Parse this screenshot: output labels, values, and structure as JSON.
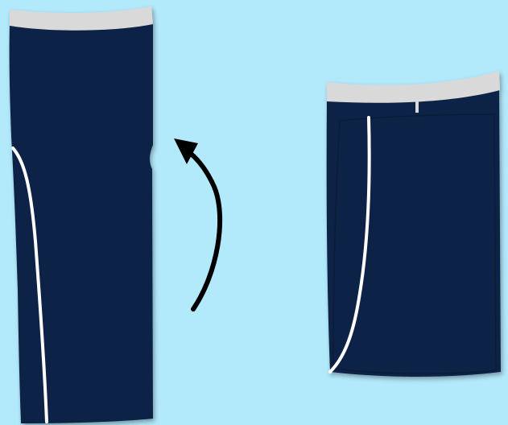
{
  "colors": {
    "background": "#b2e9fb",
    "fabric": "#102447",
    "fabric_shade": "#0b1a36",
    "waistband": "#d9d9d9",
    "stripe": "#ffffff",
    "arrow": "#000000"
  },
  "illustration": {
    "left_figure": "pant-leg-unfolded",
    "arrow": "curved-arrow-up-left",
    "right_figure": "pant-leg-folded"
  }
}
